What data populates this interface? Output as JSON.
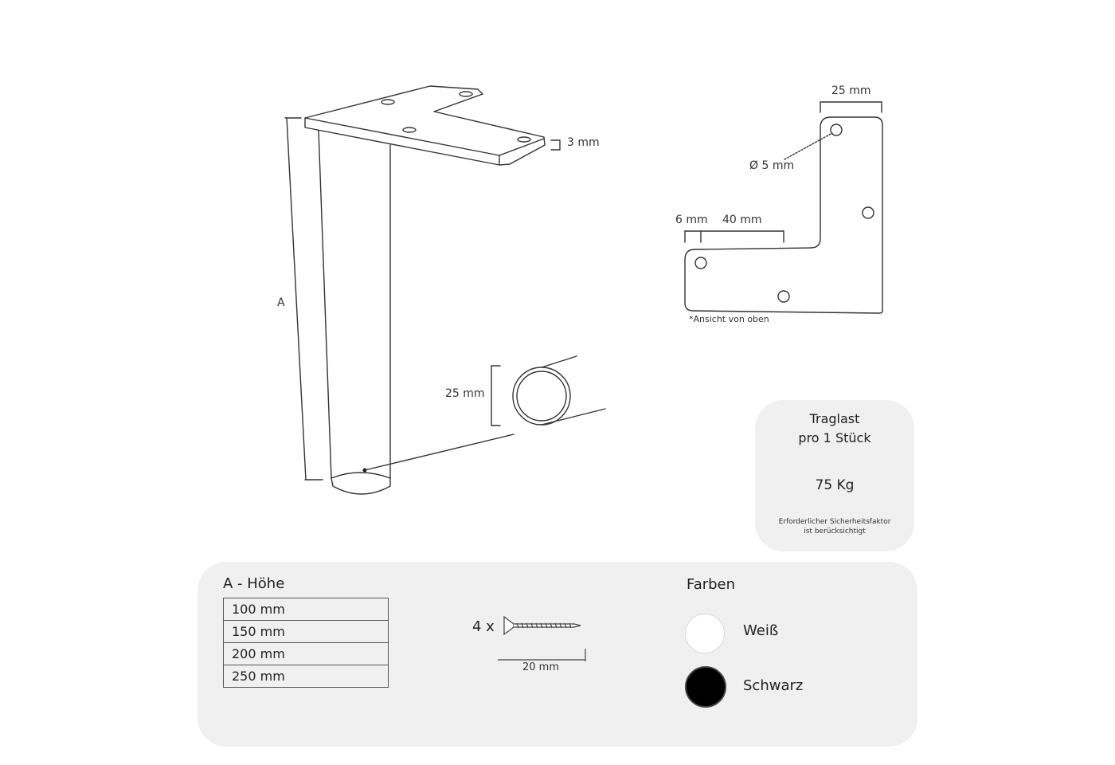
{
  "leg_drawing": {
    "height_label": "A",
    "plate_thickness": "3 mm",
    "tube_diameter": "25 mm"
  },
  "top_view": {
    "plate_width": "25 mm",
    "hole_diameter": "Ø 5 mm",
    "hole_offset": "6 mm",
    "hole_spacing": "40 mm",
    "note": "*Ansicht von oben"
  },
  "load_card": {
    "title_line1": "Traglast",
    "title_line2": "pro 1 Stück",
    "value": "75 Kg",
    "note_line1": "Erforderlicher Sicherheitsfaktor",
    "note_line2": "ist berücksichtigt"
  },
  "heights": {
    "title": "A - Höhe",
    "options": [
      "100 mm",
      "150 mm",
      "200 mm",
      "250 mm"
    ]
  },
  "screws": {
    "quantity": "4 x",
    "length": "20 mm"
  },
  "colors": {
    "title": "Farben",
    "items": [
      {
        "name": "Weiß",
        "hex": "#ffffff"
      },
      {
        "name": "Schwarz",
        "hex": "#000000"
      }
    ]
  }
}
